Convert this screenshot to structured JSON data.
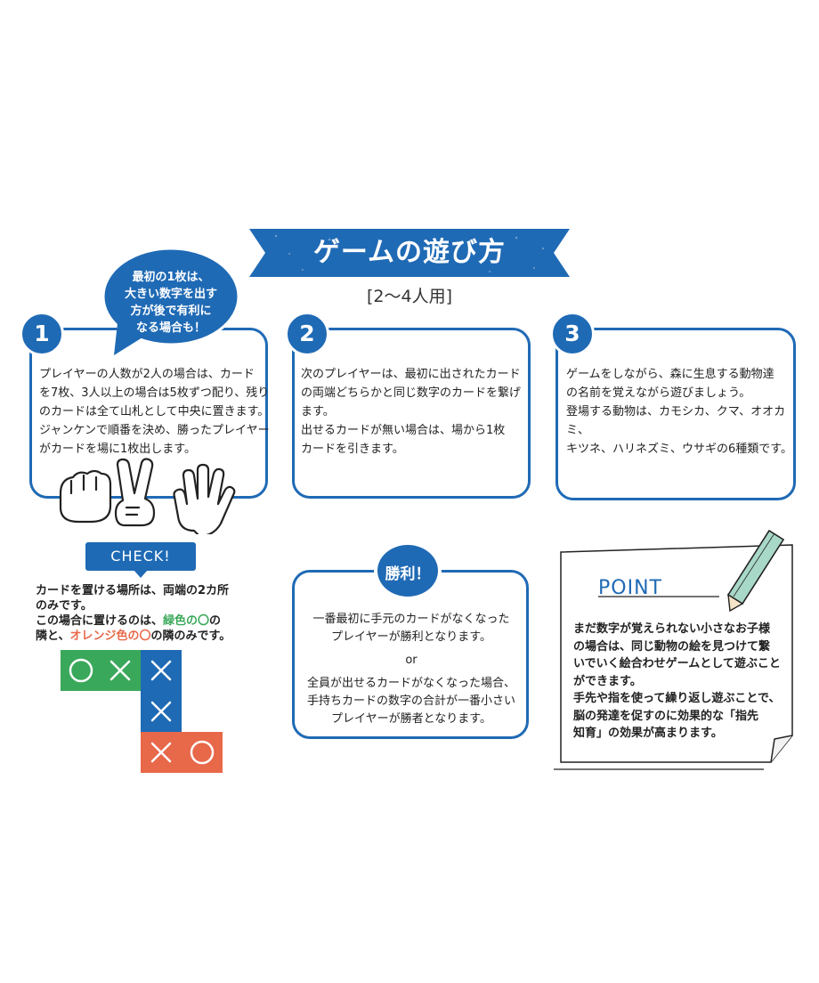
{
  "banner": {
    "title": "ゲームの遊び方",
    "color": "#1f6ab5"
  },
  "subtitle": "[2〜4人用]",
  "bubble": {
    "lines": [
      "最初の1枚は、",
      "大きい数字を出す",
      "方が後で有利に",
      "なる場合も！"
    ]
  },
  "steps": [
    {
      "number": "1",
      "lines": [
        "プレイヤーの人数が2人の場合は、カード",
        "を7枚、3人以上の場合は5枚ずつ配り、残り",
        "のカードは全て山札として中央に置きます。",
        "ジャンケンで順番を決め、勝ったプレイヤー",
        "がカードを場に1枚出します。"
      ]
    },
    {
      "number": "2",
      "lines": [
        "次のプレイヤーは、最初に出されたカード",
        "の両端どちらかと同じ数字のカードを繋げ",
        "ます。",
        "出せるカードが無い場合は、場から1枚",
        "カードを引きます。"
      ]
    },
    {
      "number": "3",
      "lines": [
        "ゲームをしながら、森に生息する動物達",
        "の名前を覚えながら遊びましょう。",
        "登場する動物は、カモシカ、クマ、オオカミ、",
        "キツネ、ハリネズミ、ウサギの6種類です。"
      ]
    }
  ],
  "check": {
    "label": "CHECK!",
    "line1": "カードを置ける場所は、両端の2カ所",
    "line2": "のみです。",
    "line3_pre": "この場合に置けるのは、",
    "line3_green": "緑色の〇",
    "line3_post": "の",
    "line4_pre": "隣と、",
    "line4_orange": "オレンジ色の〇",
    "line4_post": "の隣のみです。",
    "colors": {
      "green": "#3aa85a",
      "blue": "#1f6ab5",
      "orange": "#e8684a"
    }
  },
  "win": {
    "badge": "勝利！",
    "para1": [
      "一番最初に手元のカードがなくなった",
      "プレイヤーが勝利となります。"
    ],
    "or": "or",
    "para2": [
      "全員が出せるカードがなくなった場合、",
      "手持ちカードの数字の合計が一番小さい",
      "プレイヤーが勝者となります。"
    ]
  },
  "point": {
    "title": "POINT",
    "lines": [
      "まだ数字が覚えられない小さなお子様",
      "の場合は、同じ動物の絵を見つけて繋",
      "いでいく絵合わせゲームとして遊ぶこと",
      "ができます。",
      "手先や指を使って繰り返し遊ぶことで、",
      "脳の発達を促すのに効果的な「指先",
      "知育」の効果が高まります。"
    ]
  }
}
